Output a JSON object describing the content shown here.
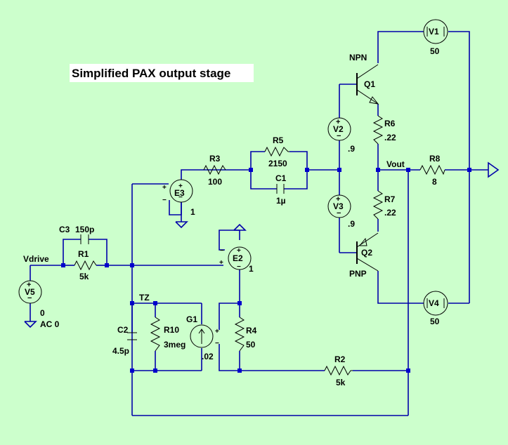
{
  "title": "Simplified PAX output stage",
  "colors": {
    "background": "#ccffcc",
    "wire": "#0000aa",
    "junction": "#0000cc",
    "component": "#000000"
  },
  "labels": {
    "vdrive": "Vdrive",
    "vout": "Vout",
    "tz": "TZ"
  },
  "components": {
    "V5": {
      "name": "V5",
      "value": "0",
      "value2": "AC 0"
    },
    "C3": {
      "name": "C3",
      "value": "150p"
    },
    "R1": {
      "name": "R1",
      "value": "5k"
    },
    "E3": {
      "name": "E3",
      "value": "1"
    },
    "R3": {
      "name": "R3",
      "value": "100"
    },
    "R5": {
      "name": "R5",
      "value": "2150"
    },
    "C1": {
      "name": "C1",
      "value": "1µ"
    },
    "E2": {
      "name": "E2",
      "value": "1"
    },
    "C2": {
      "name": "C2",
      "value": "4.5p"
    },
    "R10": {
      "name": "R10",
      "value": "3meg"
    },
    "G1": {
      "name": "G1",
      "value": ".02"
    },
    "R4": {
      "name": "R4",
      "value": "50"
    },
    "R2": {
      "name": "R2",
      "value": "5k"
    },
    "V2": {
      "name": "V2",
      "value": ".9"
    },
    "V3": {
      "name": "V3",
      "value": ".9"
    },
    "Q1": {
      "name": "Q1",
      "type": "NPN"
    },
    "Q2": {
      "name": "Q2",
      "type": "PNP"
    },
    "R6": {
      "name": "R6",
      "value": ".22"
    },
    "R7": {
      "name": "R7",
      "value": ".22"
    },
    "R8": {
      "name": "R8",
      "value": "8"
    },
    "V1": {
      "name": "V1",
      "value": "50"
    },
    "V4": {
      "name": "V4",
      "value": "50"
    }
  }
}
